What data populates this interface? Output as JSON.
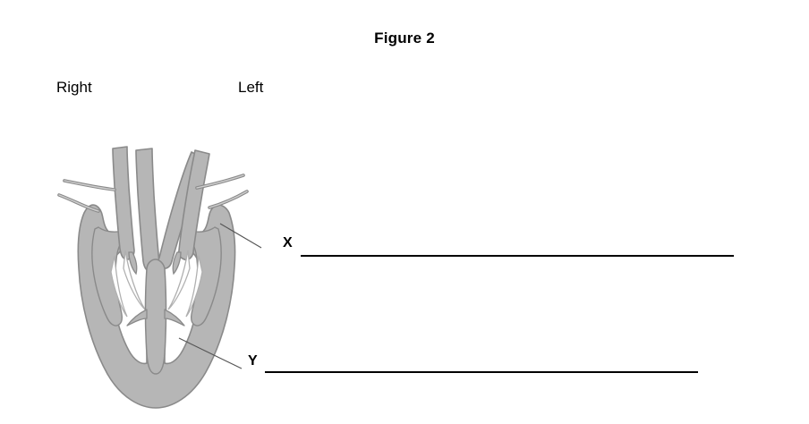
{
  "figure": {
    "title": "Figure 2"
  },
  "orientation": {
    "right_label": "Right",
    "left_label": "Left"
  },
  "answers": [
    {
      "key": "X",
      "line_value": ""
    },
    {
      "key": "Y",
      "line_value": ""
    }
  ],
  "diagram": {
    "name": "heart-cross-section",
    "fill_color": "#b6b6b6",
    "outline_color": "#8a8a8a",
    "valve_color": "#cfcfcf",
    "background_color": "#ffffff",
    "pointer_color": "#555555"
  }
}
